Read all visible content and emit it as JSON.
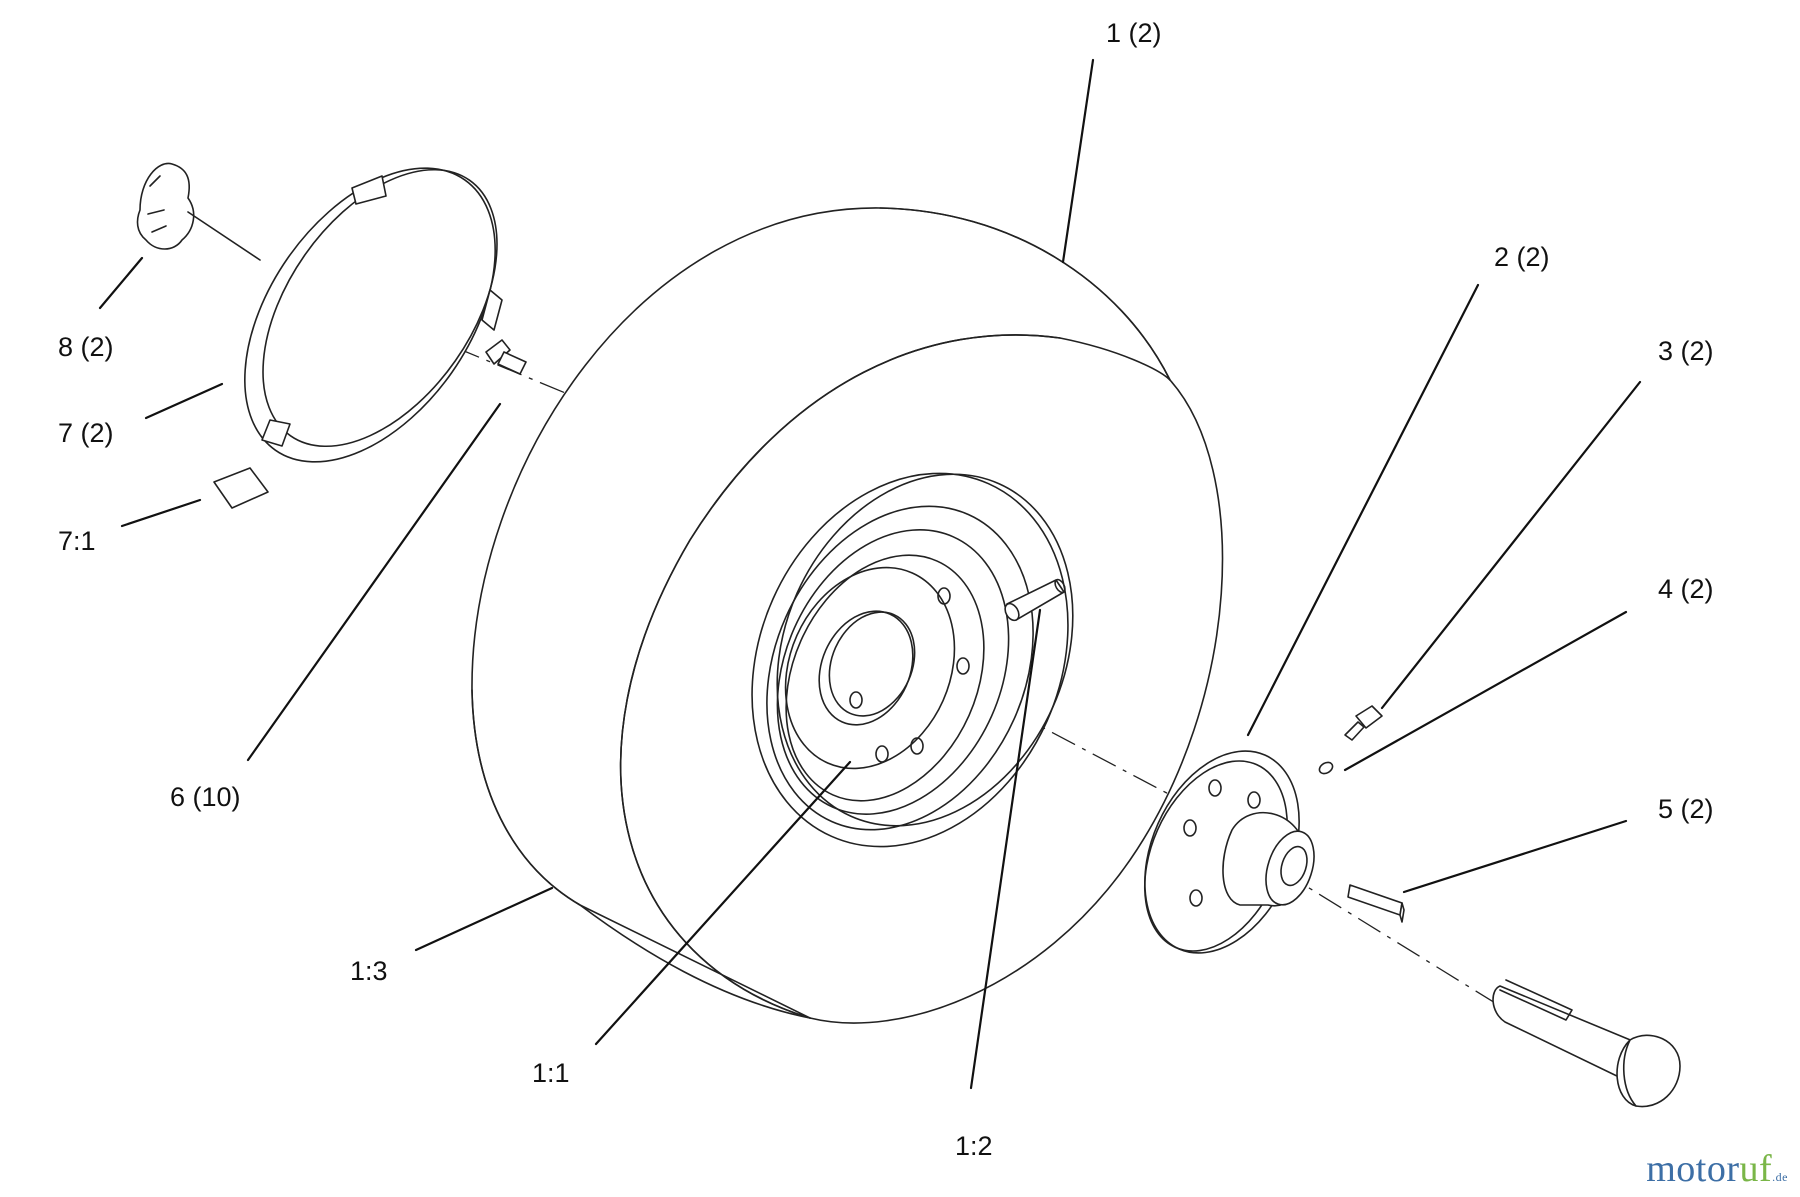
{
  "callouts": {
    "c1": "1 (2)",
    "c2": "2 (2)",
    "c3": "3 (2)",
    "c4": "4 (2)",
    "c5": "5 (2)",
    "c6": "6 (10)",
    "c7": "7 (2)",
    "c71": "7:1",
    "c8": "8 (2)",
    "c11": "1:1",
    "c12": "1:2",
    "c13": "1:3"
  },
  "watermark": {
    "part1": "motor",
    "part2": "uf",
    "tld": ".de"
  }
}
